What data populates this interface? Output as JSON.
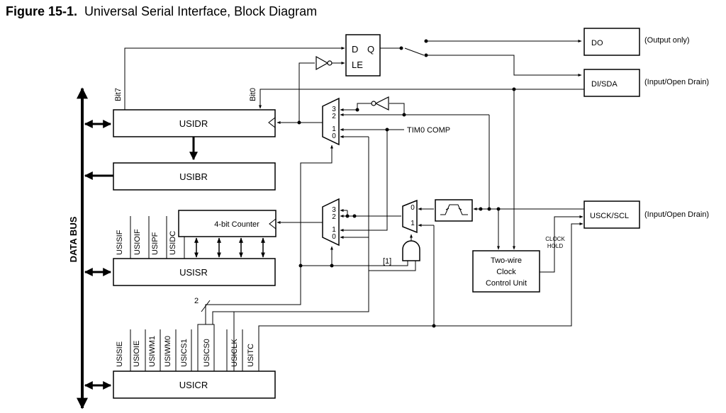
{
  "figure": {
    "number": "Figure 15-1.",
    "title": "Universal Serial Interface, Block Diagram"
  },
  "bus": {
    "label": "DATA BUS"
  },
  "blocks": {
    "usidr": "USIDR",
    "usibr": "USIBR",
    "usisr": "USISR",
    "usicr": "USICR",
    "counter": "4-bit Counter",
    "latch_d": "D",
    "latch_q": "Q",
    "latch_le": "LE",
    "do": "DO",
    "disda": "DI/SDA",
    "usck": "USCK/SCL",
    "twowire_l1": "Two-wire",
    "twowire_l2": "Clock",
    "twowire_l3": "Control Unit"
  },
  "pins": {
    "do_note": "(Output only)",
    "disda_note": "(Input/Open Drain)",
    "usck_note": "(Input/Open Drain)"
  },
  "signals": {
    "bit7": "Bit7",
    "bit0": "Bit0",
    "tim0": "TIM0 COMP",
    "note1": "[1]",
    "clock": "CLOCK",
    "hold": "HOLD",
    "two": "2"
  },
  "mux_inputs": [
    "3",
    "2",
    "1",
    "0"
  ],
  "usisr_bits": [
    "USISIF",
    "USIOIF",
    "USIPF",
    "USIDC"
  ],
  "usicr_bits": [
    "USISIE",
    "USIOIE",
    "USIWM1",
    "USIWM0",
    "USICS1",
    "USICS0",
    "USICLK",
    "USITC"
  ]
}
